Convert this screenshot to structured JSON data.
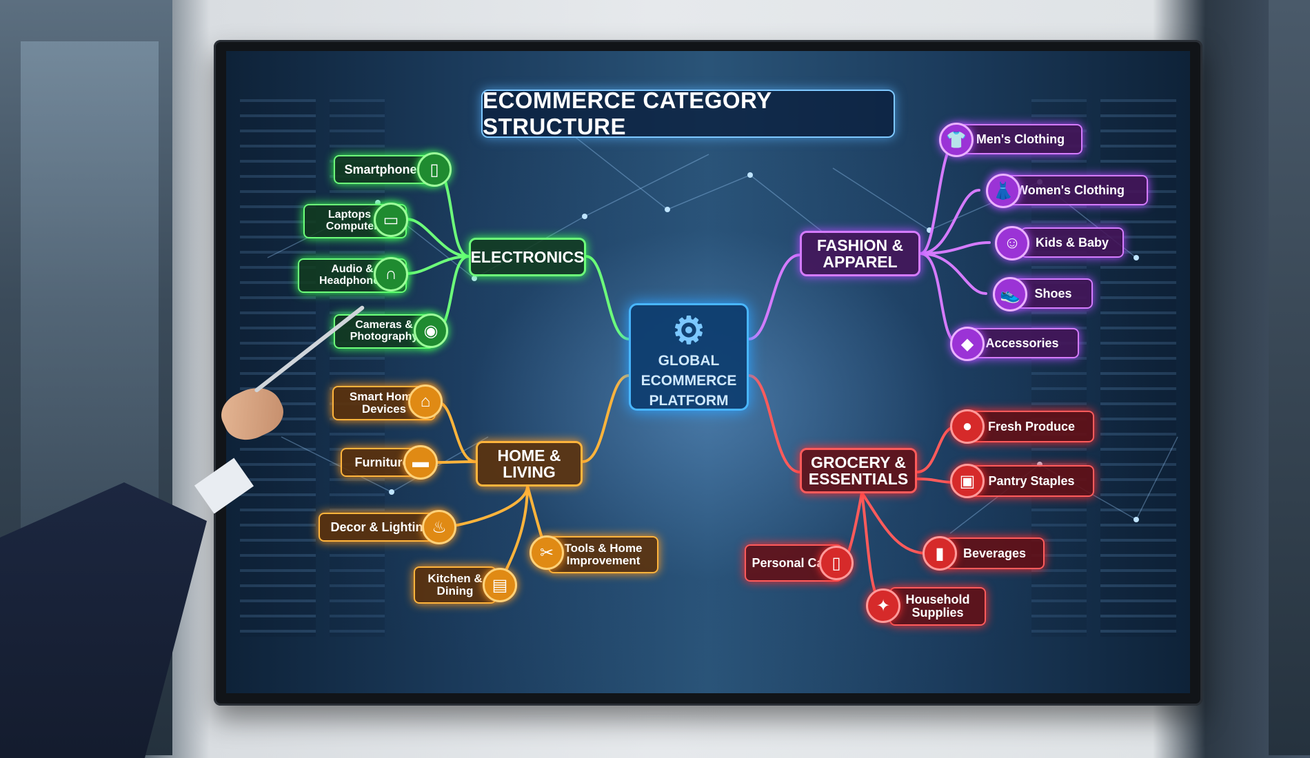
{
  "title": "ECOMMERCE CATEGORY STRUCTURE",
  "center": {
    "icon": "gear-icon",
    "label_lines": [
      "GLOBAL",
      "ECOMMERCE",
      "PLATFORM"
    ]
  },
  "branches": {
    "electronics": {
      "label": "ELECTRONICS",
      "color": "#6dff7a",
      "items": [
        {
          "label": "Smartphones",
          "icon": "smartphone-icon"
        },
        {
          "label": "Laptops & Computers",
          "icon": "laptop-icon"
        },
        {
          "label": "Audio & Headphones",
          "icon": "headphones-icon"
        },
        {
          "label": "Cameras & Photography",
          "icon": "camera-icon"
        }
      ]
    },
    "fashion": {
      "label": "FASHION & APPAREL",
      "color": "#d57bff",
      "items": [
        {
          "label": "Men's Clothing",
          "icon": "tshirt-icon"
        },
        {
          "label": "Women's Clothing",
          "icon": "dress-icon"
        },
        {
          "label": "Kids & Baby",
          "icon": "baby-icon"
        },
        {
          "label": "Shoes",
          "icon": "shoe-icon"
        },
        {
          "label": "Accessories",
          "icon": "accessory-icon"
        }
      ]
    },
    "home": {
      "label": "HOME & LIVING",
      "color": "#ffb43c",
      "items": [
        {
          "label": "Smart Home Devices",
          "icon": "home-icon"
        },
        {
          "label": "Furniture",
          "icon": "sofa-icon"
        },
        {
          "label": "Decor & Lighting",
          "icon": "lamp-icon"
        },
        {
          "label": "Kitchen & Dining",
          "icon": "kitchen-icon"
        },
        {
          "label": "Tools & Home Improvement",
          "icon": "tools-icon"
        }
      ]
    },
    "grocery": {
      "label": "GROCERY & ESSENTIALS",
      "color": "#ff5b5b",
      "items": [
        {
          "label": "Fresh Produce",
          "icon": "apple-icon"
        },
        {
          "label": "Pantry Staples",
          "icon": "jar-icon"
        },
        {
          "label": "Beverages",
          "icon": "bottle-icon"
        },
        {
          "label": "Personal Care",
          "icon": "personal-care-icon"
        },
        {
          "label": "Household Supplies",
          "icon": "cleaning-icon"
        }
      ]
    }
  }
}
